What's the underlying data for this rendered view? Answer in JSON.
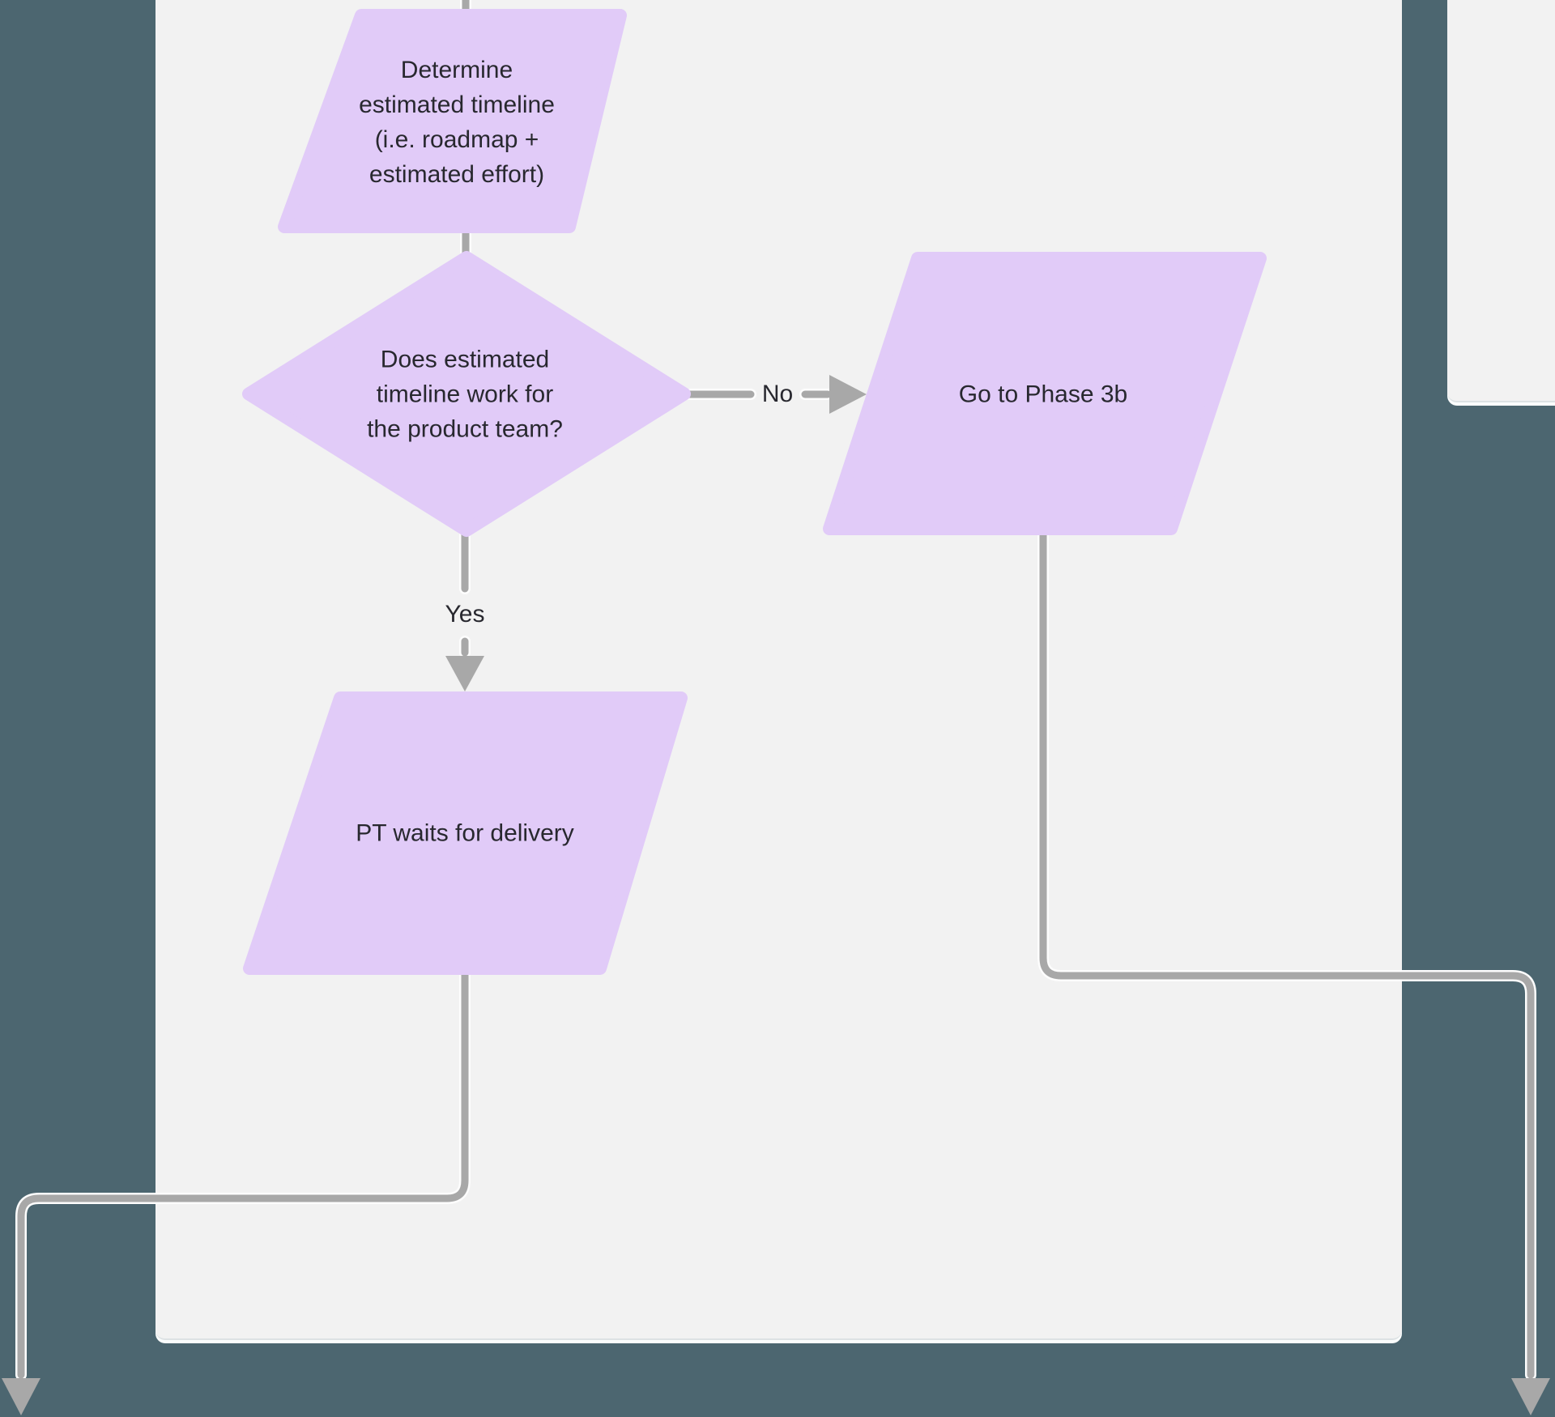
{
  "canvas": {
    "background_color": "#4c6670",
    "panel_color": "#f2f2f2",
    "node_fill_color": "#e1cbf8",
    "connector_color": "#a8a8a8",
    "connector_casing_color": "#fdfdfd",
    "text_color": "#28282f"
  },
  "nodes": {
    "determine_timeline": {
      "type": "parallelogram",
      "lines": [
        "Determine",
        "estimated timeline",
        "(i.e. roadmap +",
        "estimated effort)"
      ]
    },
    "timeline_decision": {
      "type": "diamond",
      "lines": [
        "Does estimated",
        "timeline work for",
        "the product team?"
      ]
    },
    "goto_phase_3b": {
      "type": "parallelogram",
      "label": "Go to Phase 3b"
    },
    "pt_waits": {
      "type": "parallelogram",
      "label": "PT waits for delivery"
    }
  },
  "edge_labels": {
    "no": "No",
    "yes": "Yes"
  }
}
